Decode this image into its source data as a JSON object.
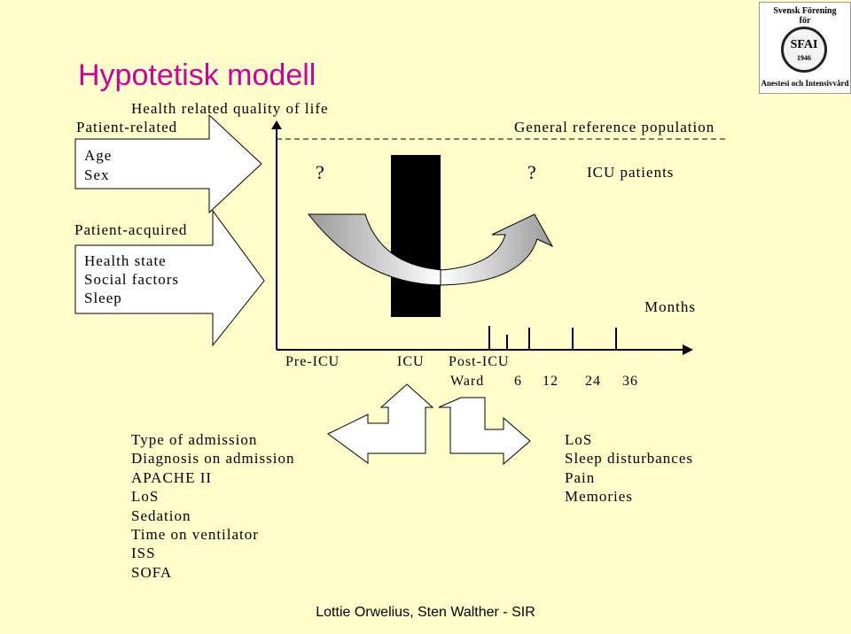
{
  "title": "Hypotetisk modell",
  "logo": {
    "line1": "Svensk Förening",
    "line2": "för",
    "seal": "SFAI",
    "year": "1946",
    "bottom": "Anestesi och Intensivvård"
  },
  "top": {
    "hrqol": "Health related quality of life",
    "patient_related": "Patient-related",
    "age": "Age",
    "sex": "Sex",
    "q1": "?",
    "q2": "?",
    "general_ref": "General reference population",
    "icu_patients": "ICU patients"
  },
  "middle": {
    "patient_acquired": "Patient-acquired",
    "items": [
      "Health state",
      "Social factors",
      "Sleep"
    ],
    "months": "Months"
  },
  "timeline": {
    "pre_icu": "Pre-ICU",
    "icu": "ICU",
    "post_icu": "Post-ICU",
    "ward": "Ward",
    "ticks": [
      "6",
      "12",
      "24",
      "36"
    ]
  },
  "left_list": [
    "Type of admission",
    "Diagnosis on admission",
    "APACHE II",
    "LoS",
    "Sedation",
    "Time on ventilator",
    "ISS",
    "SOFA"
  ],
  "right_list": [
    "LoS",
    "Sleep disturbances",
    "Pain",
    "Memories"
  ],
  "footer": "Lottie Orwelius, Sten Walther - SIR"
}
